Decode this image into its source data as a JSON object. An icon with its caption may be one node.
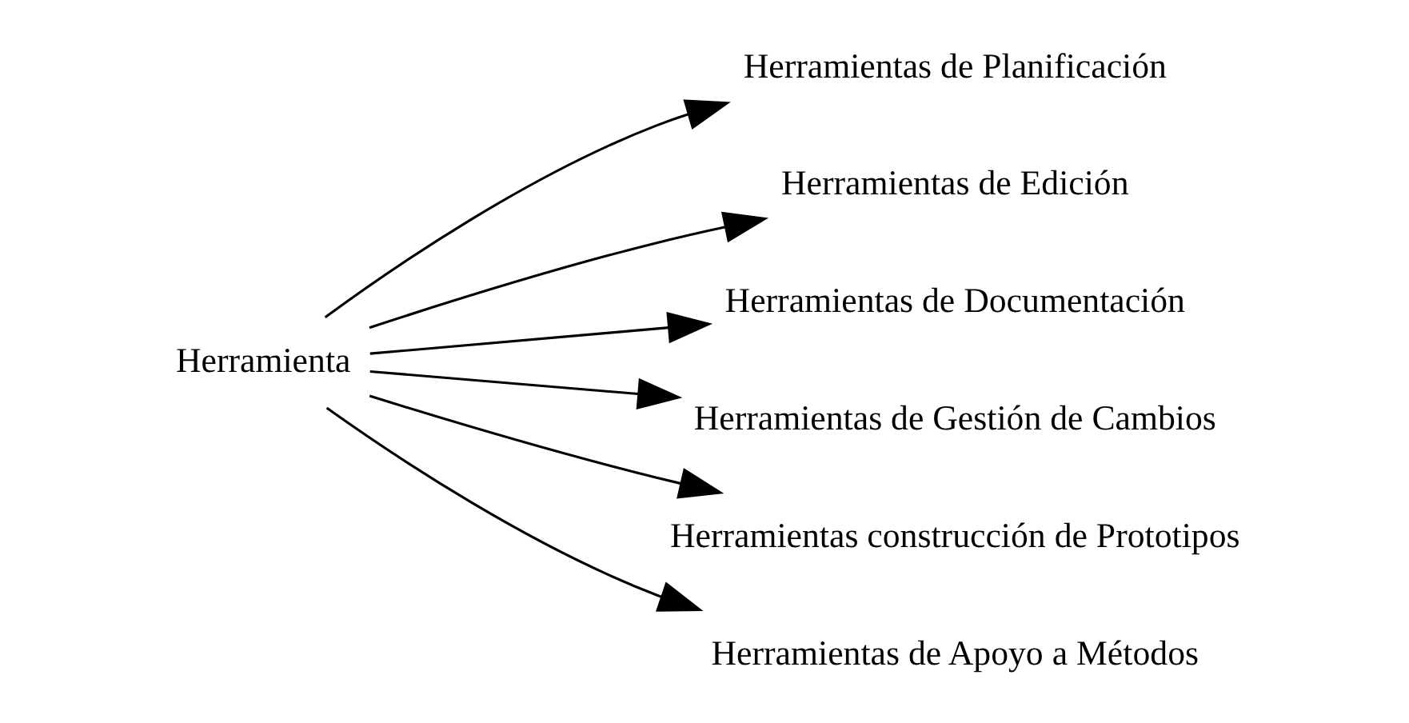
{
  "diagram": {
    "nodes": [
      {
        "text": [
          "Herramienta"
        ]
      },
      {
        "text": [
          "Herramientas de Planificación"
        ]
      },
      {
        "text": [
          "Herramientas de Edición"
        ]
      },
      {
        "text": [
          "Herramientas de Documentación"
        ]
      },
      {
        "text": [
          "Herramientas de Gestión de Cambios"
        ]
      },
      {
        "text": [
          "Herramientas construcción de Prototipos"
        ]
      },
      {
        "text": [
          "Herramientas de Apoyo a Métodos"
        ]
      }
    ],
    "edges": [
      {
        "from": 0,
        "to": 1,
        "arrow": "to"
      },
      {
        "from": 0,
        "to": 2,
        "arrow": "to"
      },
      {
        "from": 0,
        "to": 3,
        "arrow": "to"
      },
      {
        "from": 0,
        "to": 4,
        "arrow": "to"
      },
      {
        "from": 0,
        "to": 5,
        "arrow": "to"
      },
      {
        "from": 0,
        "to": 6,
        "arrow": "to"
      }
    ]
  }
}
